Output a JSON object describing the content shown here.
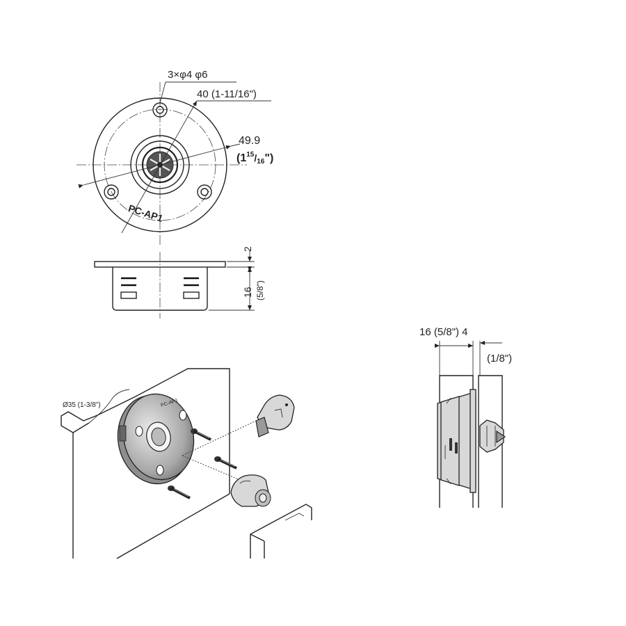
{
  "dimensions": {
    "holes": "3×φ4 φ6",
    "pcd": "40 (1-11/16\")",
    "outer_dia": "49.9",
    "outer_dia_inch_whole": "(1",
    "outer_dia_inch_num": "15",
    "outer_dia_inch_den": "16",
    "outer_dia_inch_close": "\")",
    "flange_thickness": "2",
    "body_depth": "16",
    "body_depth_inch": "(5/8\")",
    "bore_dia": "Ø35 (1-3/8\")",
    "side_depth": "16 (5/8\") 4",
    "side_panel": "(1/8\")"
  },
  "markings": {
    "brand": "PC-AP1",
    "brand_small": "PC-AP1"
  }
}
